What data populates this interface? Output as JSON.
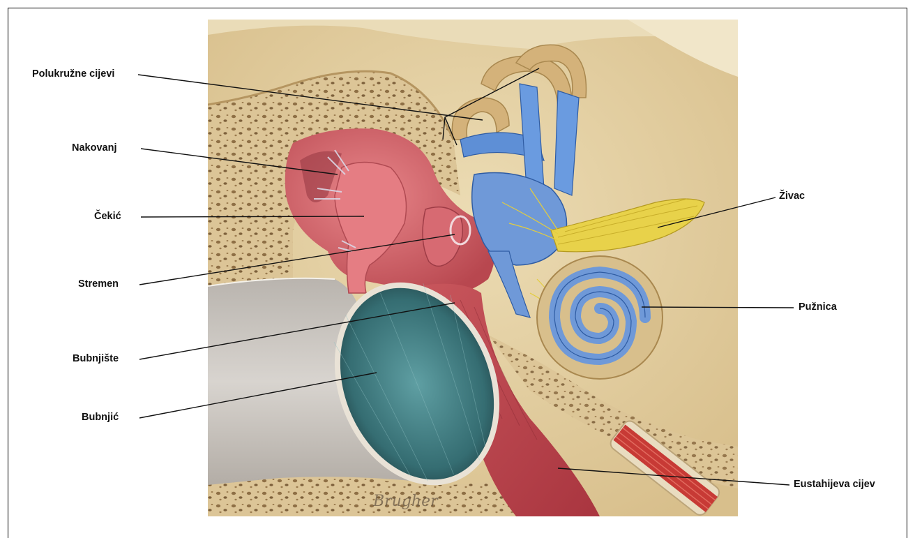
{
  "labels": {
    "semicircular": "Polukružne cijevi",
    "incus": "Nakovanj",
    "malleus": "Čekić",
    "stapes": "Stremen",
    "tympanic_cavity": "Bubnjište",
    "eardrum": "Bubnjić",
    "nerve": "Živac",
    "cochlea": "Pužnica",
    "eustachian": "Eustahijeva cijev"
  },
  "signature": "Brugher",
  "colors": {
    "bone": "#e6d3a8",
    "bone_dark": "#c9ae7a",
    "flesh": "#cf5f63",
    "flesh_dark": "#a8404a",
    "labyrinth": "#6f99d8",
    "nerve": "#e8d24a",
    "eardrum": "#3f7d82",
    "canal": "#c9c5c0"
  }
}
